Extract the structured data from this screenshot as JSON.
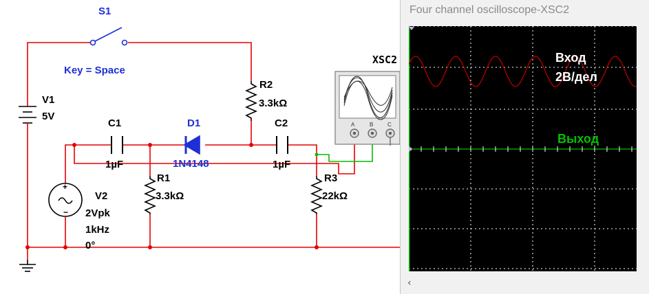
{
  "circuit": {
    "s1": {
      "name": "S1",
      "key": "Key = Space"
    },
    "v1": {
      "name": "V1",
      "value": "5V"
    },
    "v2": {
      "name": "V2",
      "amplitude": "2Vpk",
      "frequency": "1kHz",
      "phase": "0°"
    },
    "c1": {
      "name": "C1",
      "value": "1µF"
    },
    "c2": {
      "name": "C2",
      "value": "1µF"
    },
    "d1": {
      "name": "D1",
      "model": "1N4148"
    },
    "r1": {
      "name": "R1",
      "value": "3.3kΩ"
    },
    "r2": {
      "name": "R2",
      "value": "3.3kΩ"
    },
    "r3": {
      "name": "R3",
      "value": "22kΩ"
    },
    "xsc": {
      "name": "XSC2",
      "channels": [
        "A",
        "B",
        "C"
      ]
    }
  },
  "scope": {
    "title": "Four channel oscilloscope-XSC2",
    "input_label": "Вход",
    "input_scale": "2В/дел",
    "output_label": "Выход",
    "scroll_left_glyph": "‹"
  },
  "colors": {
    "wire": "#e60000",
    "blue_part": "#1e2fd6",
    "green_wire": "#00c000",
    "trace_input": "#b40000",
    "trace_output": "#00c000",
    "grid": "#ffffff"
  }
}
